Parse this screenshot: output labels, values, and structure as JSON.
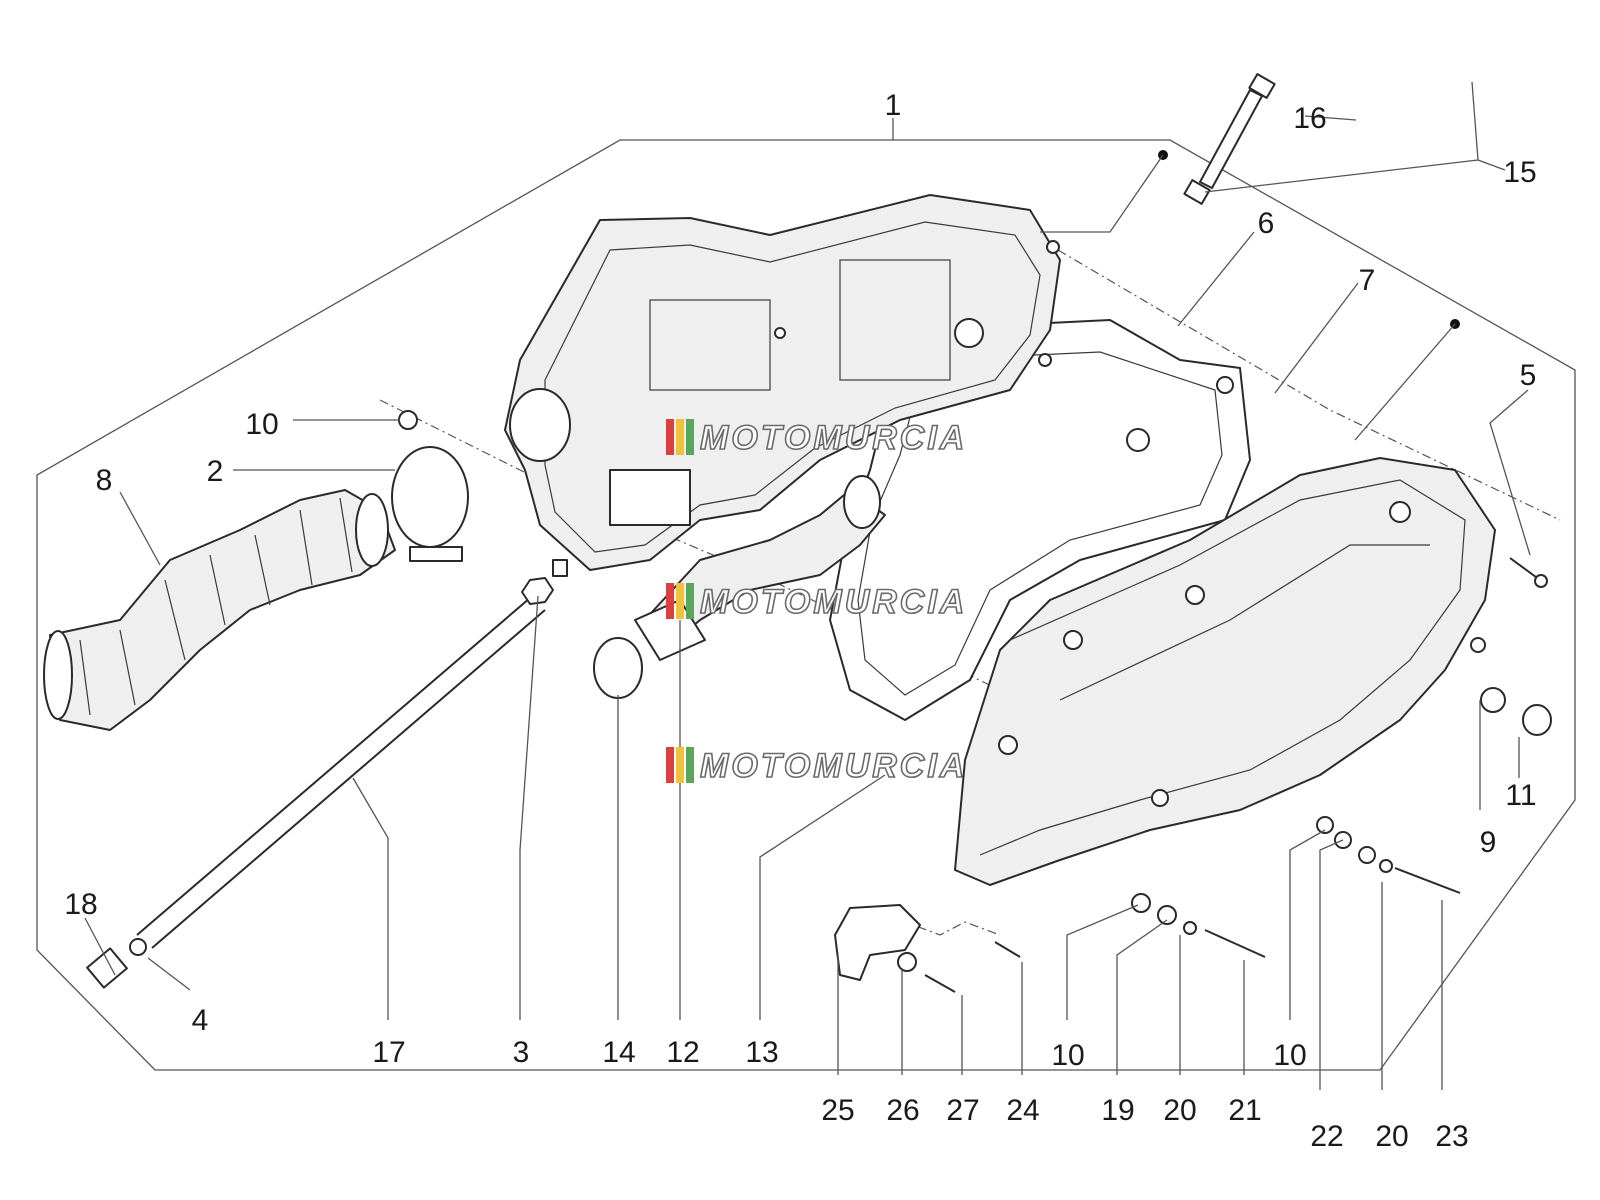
{
  "watermark": {
    "text": "MOTOMURCIA",
    "stripe_colors": [
      "#d94040",
      "#f0c23a",
      "#5aa65a"
    ]
  },
  "callouts": [
    {
      "id": "c1",
      "label": "1"
    },
    {
      "id": "c2",
      "label": "2"
    },
    {
      "id": "c3",
      "label": "3"
    },
    {
      "id": "c4",
      "label": "4"
    },
    {
      "id": "c5",
      "label": "5"
    },
    {
      "id": "c6",
      "label": "6"
    },
    {
      "id": "c7",
      "label": "7"
    },
    {
      "id": "c8",
      "label": "8"
    },
    {
      "id": "c9",
      "label": "9"
    },
    {
      "id": "c10a",
      "label": "10"
    },
    {
      "id": "c10b",
      "label": "10"
    },
    {
      "id": "c10c",
      "label": "10"
    },
    {
      "id": "c11",
      "label": "11"
    },
    {
      "id": "c12",
      "label": "12"
    },
    {
      "id": "c13",
      "label": "13"
    },
    {
      "id": "c14",
      "label": "14"
    },
    {
      "id": "c15",
      "label": "15"
    },
    {
      "id": "c16",
      "label": "16"
    },
    {
      "id": "c17",
      "label": "17"
    },
    {
      "id": "c18",
      "label": "18"
    },
    {
      "id": "c19",
      "label": "19"
    },
    {
      "id": "c20a",
      "label": "20"
    },
    {
      "id": "c20b",
      "label": "20"
    },
    {
      "id": "c21",
      "label": "21"
    },
    {
      "id": "c22",
      "label": "22"
    },
    {
      "id": "c23",
      "label": "23"
    },
    {
      "id": "c24",
      "label": "24"
    },
    {
      "id": "c25",
      "label": "25"
    },
    {
      "id": "c26",
      "label": "26"
    },
    {
      "id": "c27",
      "label": "27"
    }
  ]
}
